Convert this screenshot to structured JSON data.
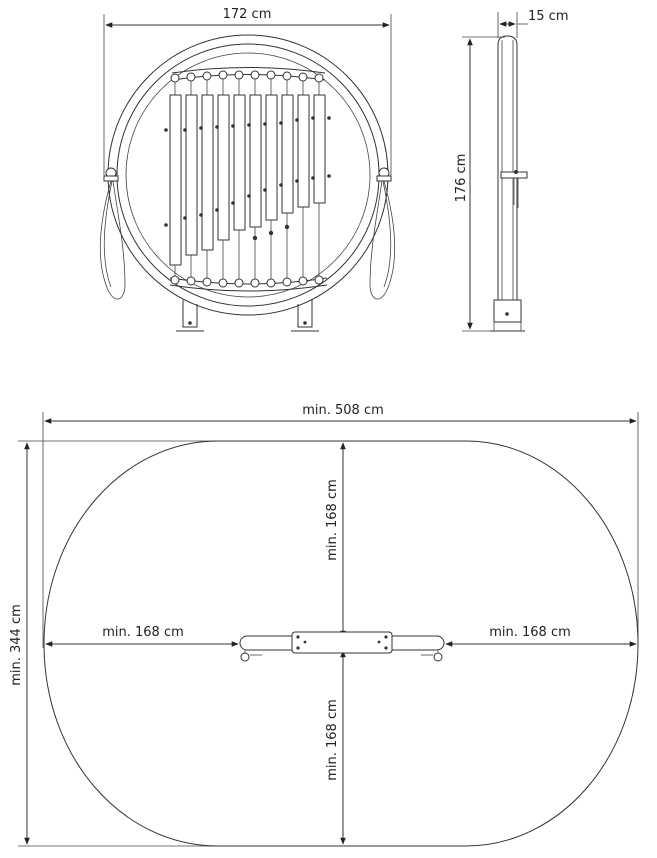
{
  "front_view": {
    "width_label": "172 cm"
  },
  "side_view": {
    "depth_label": "15 cm",
    "height_label": "176 cm"
  },
  "footprint": {
    "total_width_label": "min. 508 cm",
    "total_height_label": "min. 344 cm",
    "top_clearance_label": "min. 168 cm",
    "bottom_clearance_label": "min. 168 cm",
    "left_clearance_label": "min. 168 cm",
    "right_clearance_label": "min. 168 cm"
  },
  "colors": {
    "line": "#333333",
    "background": "#ffffff"
  }
}
